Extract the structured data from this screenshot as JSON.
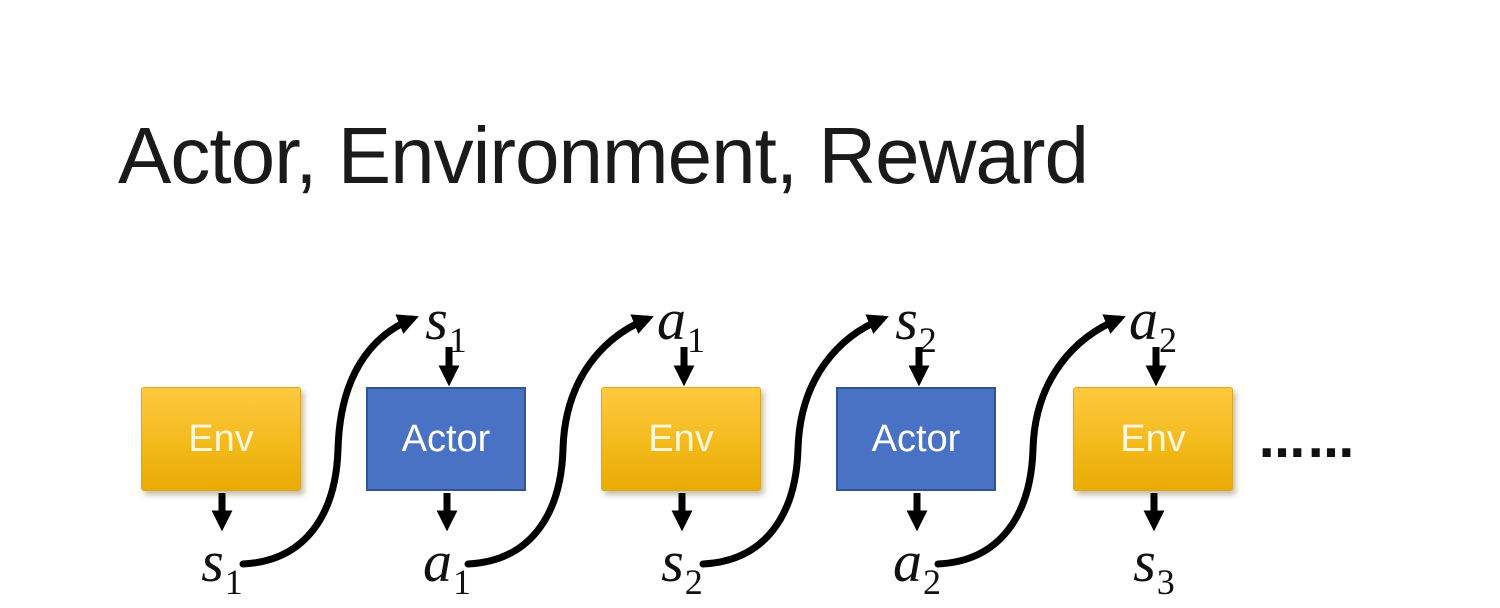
{
  "title": {
    "text": "Actor, Environment, Reward"
  },
  "diagram": {
    "boxes": [
      {
        "id": "env-1",
        "label": "Env",
        "kind": "env"
      },
      {
        "id": "actor-1",
        "label": "Actor",
        "kind": "actor"
      },
      {
        "id": "env-2",
        "label": "Env",
        "kind": "env"
      },
      {
        "id": "actor-2",
        "label": "Actor",
        "kind": "actor"
      },
      {
        "id": "env-3",
        "label": "Env",
        "kind": "env"
      }
    ],
    "top_labels": [
      {
        "base": "s",
        "sub": "1"
      },
      {
        "base": "a",
        "sub": "1"
      },
      {
        "base": "s",
        "sub": "2"
      },
      {
        "base": "a",
        "sub": "2"
      }
    ],
    "bottom_labels": [
      {
        "base": "s",
        "sub": "1"
      },
      {
        "base": "a",
        "sub": "1"
      },
      {
        "base": "s",
        "sub": "2"
      },
      {
        "base": "a",
        "sub": "2"
      },
      {
        "base": "s",
        "sub": "3"
      }
    ],
    "ellipsis": "……",
    "colors": {
      "env_gradient_top": "#FFC940",
      "env_gradient_bottom": "#E9AB05",
      "env_border": "#DCA71E",
      "env_text": "#FEF8DE",
      "actor_fill": "#4A72C4",
      "actor_border": "#2F5597",
      "actor_text": "#FFFFFF",
      "arrow": "#000000",
      "title_text": "#1A1A1A"
    }
  }
}
